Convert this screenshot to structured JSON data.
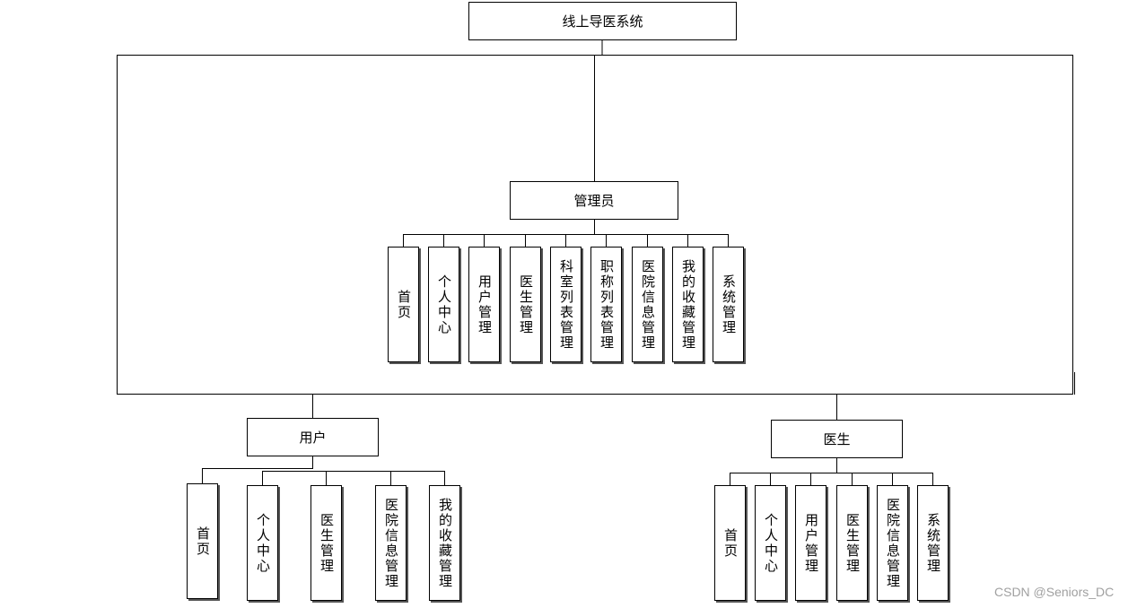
{
  "title": "线上导医系统",
  "admin": {
    "label": "管理员",
    "children": [
      "首页",
      "个人中心",
      "用户管理",
      "医生管理",
      "科室列表管理",
      "职称列表管理",
      "医院信息管理",
      "我的收藏管理",
      "系统管理"
    ]
  },
  "user": {
    "label": "用户",
    "children": [
      "首页",
      "个人中心",
      "医生管理",
      "医院信息管理",
      "我的收藏管理"
    ]
  },
  "doctor": {
    "label": "医生",
    "children": [
      "首页",
      "个人中心",
      "用户管理",
      "医生管理",
      "医院信息管理",
      "系统管理"
    ]
  },
  "watermark": "CSDN @Seniors_DC"
}
